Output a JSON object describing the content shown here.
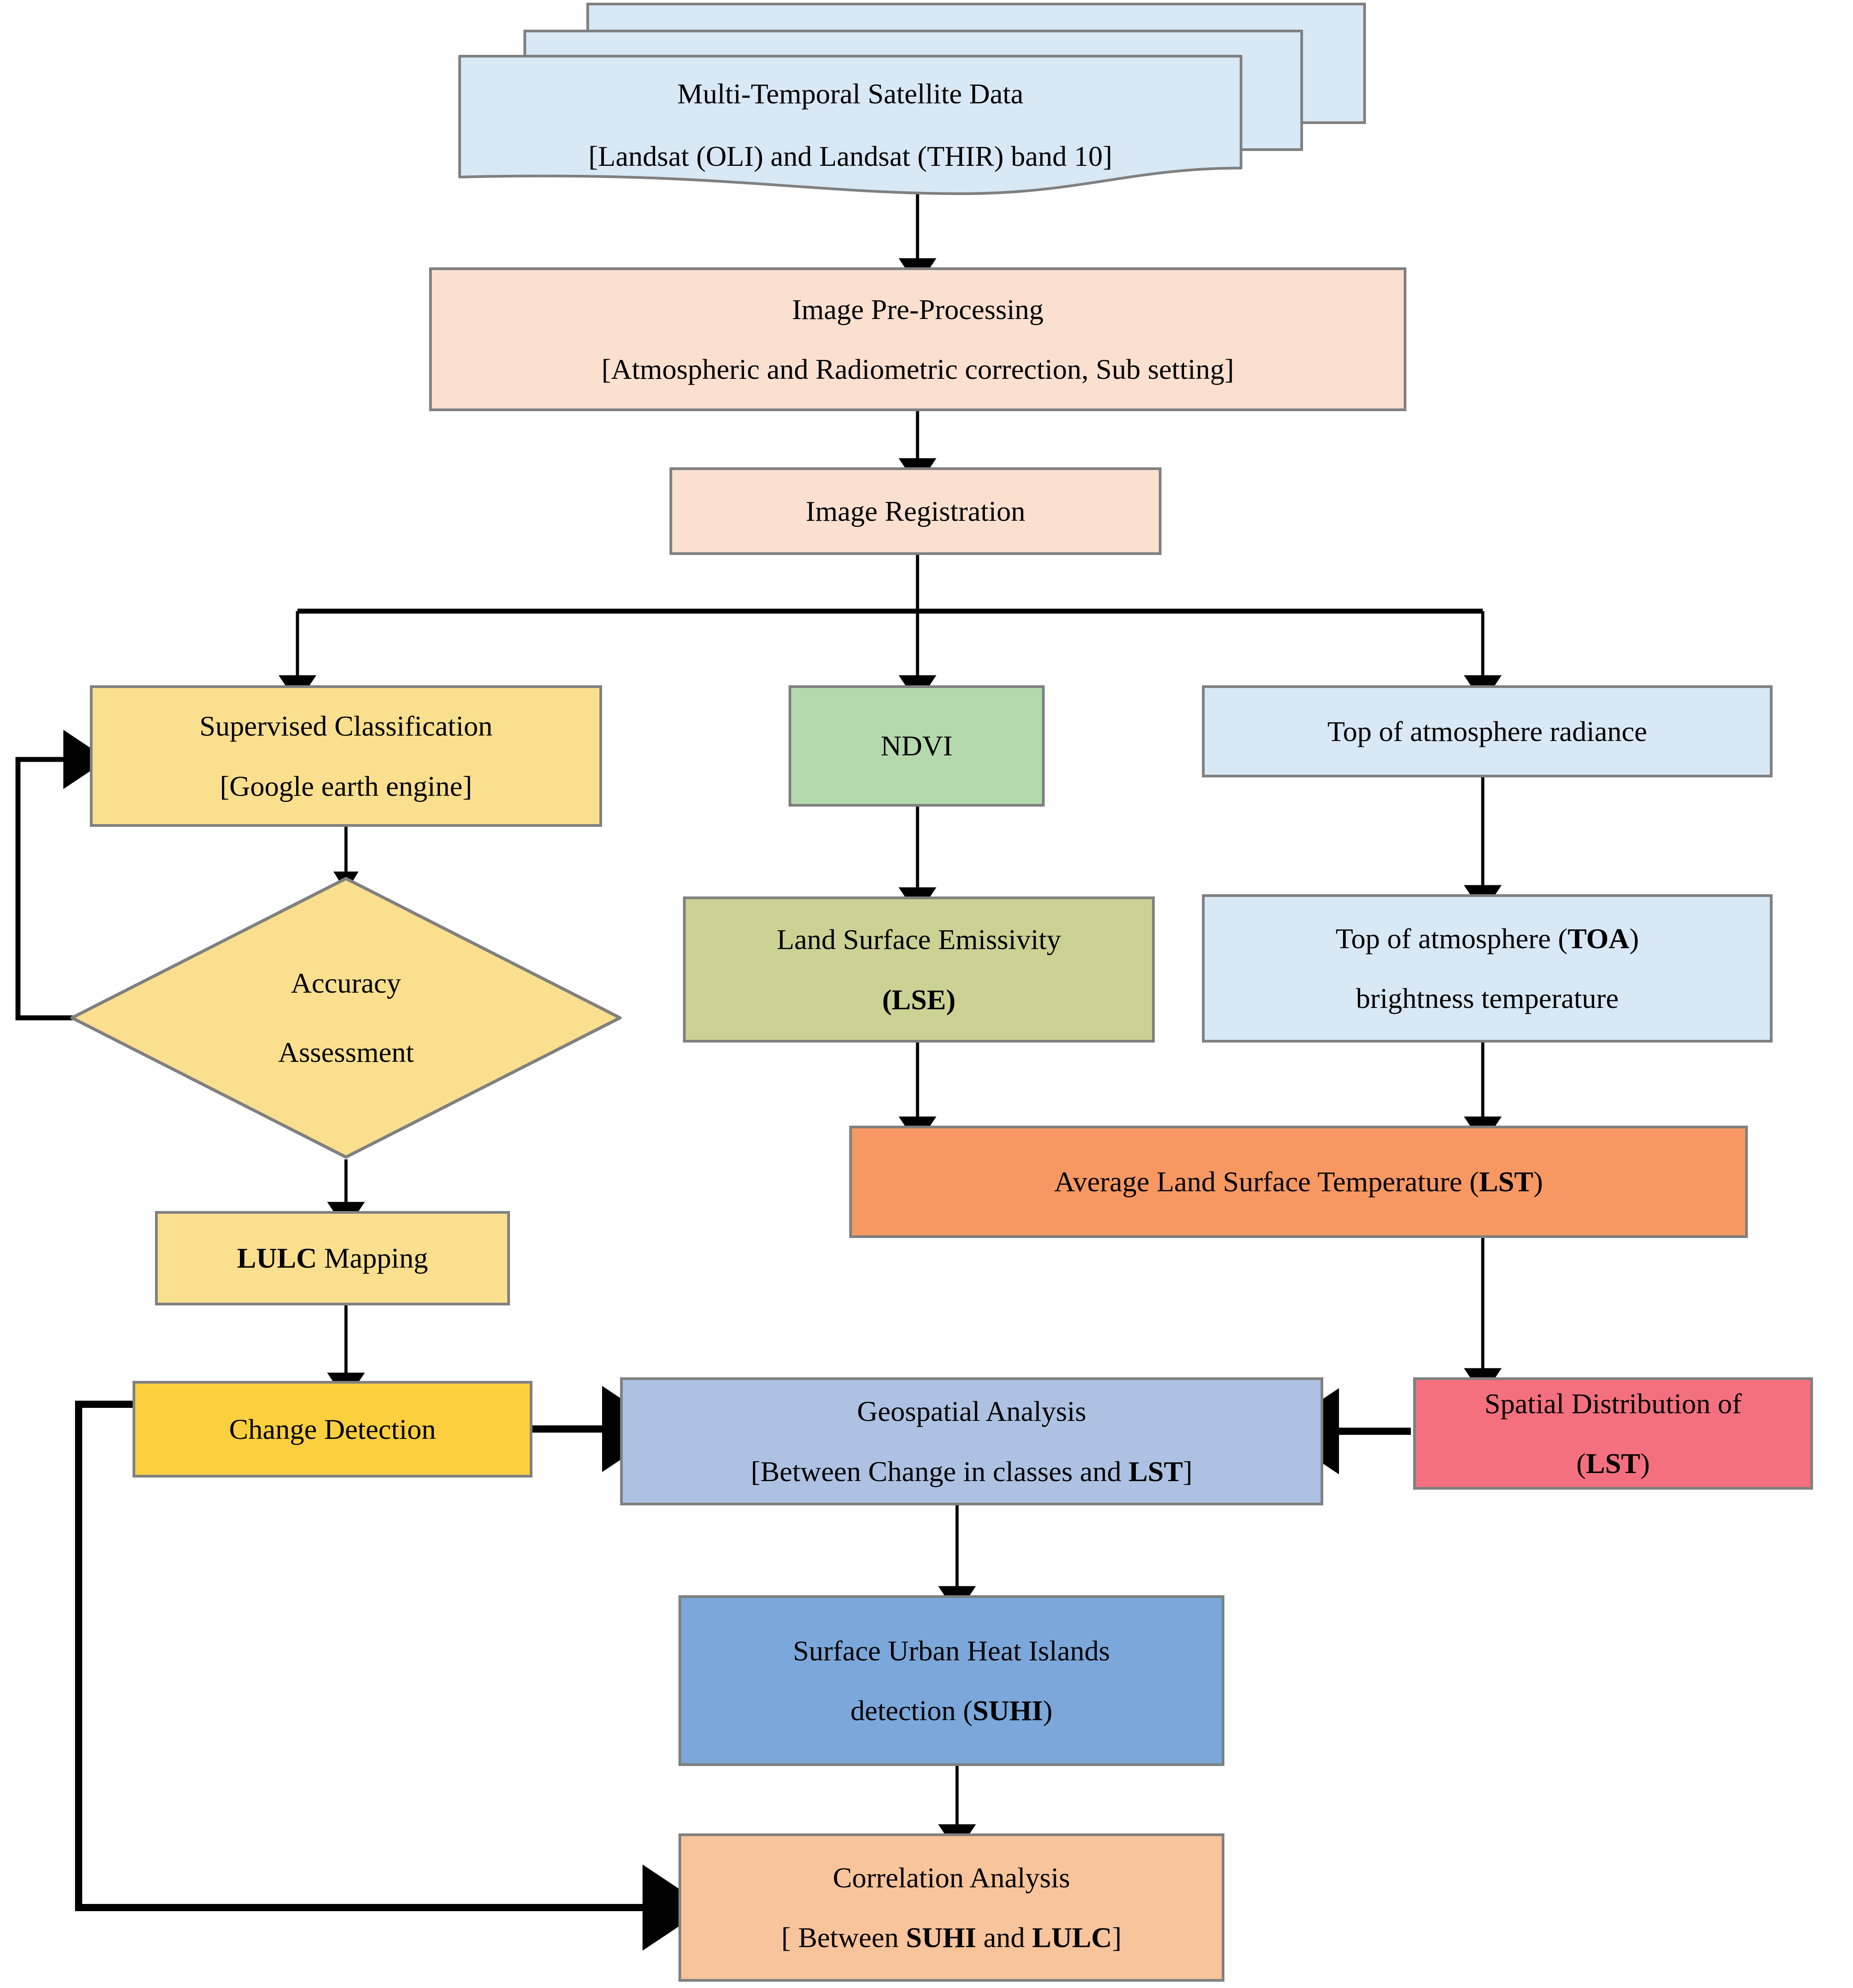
{
  "diagram": {
    "title": "Methodology flowchart for LULC change and surface urban heat island analysis",
    "colors": {
      "doc_fill": "#d8e8f5",
      "preprocess_fill": "#fbe0d0",
      "registration_fill": "#fbe0d0",
      "classification_fill": "#fadf8e",
      "diamond_fill": "#fadf8e",
      "lulc_fill": "#fadf8e",
      "change_detection_fill": "#fbcf3e",
      "ndvi_fill": "#b4d9ac",
      "lse_fill": "#cdd193",
      "toa_radiance_fill": "#d8e8f5",
      "toa_brightness_fill": "#d8e8f5",
      "avg_lst_fill": "#f79862",
      "spatial_lst_fill": "#f4707f",
      "geospatial_fill": "#adc2e2",
      "suhi_fill": "#7ba7da",
      "correlation_fill": "#f8c49c",
      "border": "#808080",
      "edge": "#000000"
    },
    "nodes": {
      "satellite_data": {
        "line1": "Multi-Temporal Satellite Data",
        "line2": "[Landsat (OLI) and Landsat (THIR) band 10]"
      },
      "preprocessing": {
        "line1": "Image Pre-Processing",
        "line2": "[Atmospheric and Radiometric correction, Sub setting]"
      },
      "registration": {
        "line1": "Image Registration"
      },
      "supervised_classification": {
        "line1": "Supervised Classification",
        "line2": "[Google earth engine]"
      },
      "accuracy_assessment": {
        "line1": "Accuracy",
        "line2": "Assessment"
      },
      "lulc_mapping": {
        "bold": "LULC",
        "rest": " Mapping"
      },
      "change_detection": {
        "line1": "Change Detection"
      },
      "ndvi": {
        "line1": "NDVI"
      },
      "lse": {
        "line1": "Land Surface Emissivity",
        "line2": "(LSE)"
      },
      "toa_radiance": {
        "line1": "Top of atmosphere radiance"
      },
      "toa_brightness": {
        "line1_a": "Top of atmosphere (",
        "line1_b": "TOA",
        "line1_c": ")",
        "line2": "brightness temperature"
      },
      "average_lst": {
        "line1_a": "Average Land Surface Temperature (",
        "line1_b": "LST",
        "line1_c": ")"
      },
      "spatial_distribution_lst": {
        "line1": "Spatial Distribution of",
        "line2_a": "(",
        "line2_b": "LST",
        "line2_c": ")"
      },
      "geospatial_analysis": {
        "line1": "Geospatial Analysis",
        "line2_a": "[Between Change in classes and ",
        "line2_b": "LST",
        "line2_c": "]"
      },
      "suhi_detection": {
        "line1": "Surface Urban Heat Islands",
        "line2_a": "detection (",
        "line2_b": "SUHI",
        "line2_c": ")"
      },
      "correlation_analysis": {
        "line1": "Correlation Analysis",
        "line2_a": "[ Between ",
        "line2_b": "SUHI",
        "line2_c": " and ",
        "line2_d": "LULC",
        "line2_e": "]"
      }
    }
  }
}
